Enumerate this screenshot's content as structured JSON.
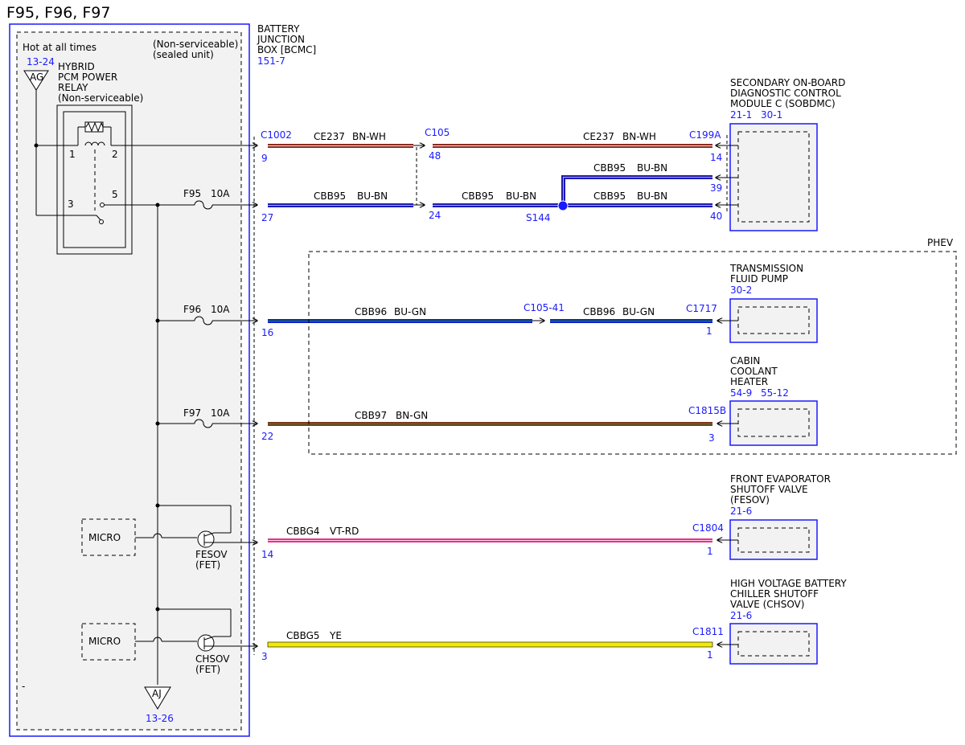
{
  "title": "F95, F96, F97",
  "colors": {
    "bn_wh": "#8b2a1e",
    "bu_bn": "#1a1ab8",
    "bu_gn": "#0a22c8",
    "bn_gn": "#7a3b1c",
    "vt_rd": "#e0348f",
    "ye": "#f2ea00",
    "label_blue": "#1a1aff",
    "module_fill": "#f2f2f2"
  },
  "bcmc": {
    "name_lines": [
      "BATTERY",
      "JUNCTION",
      "BOX [BCMC]"
    ],
    "ref": "151-7",
    "hot_label": "Hot at all times",
    "nonserviceable_lines": [
      "(Non-serviceable)",
      "(sealed unit)"
    ],
    "top_ref": "13-24",
    "top_ground": "AG",
    "bottom_ground": "AJ",
    "bottom_ref": "13-26",
    "dash_mark": "-",
    "relay": {
      "lines": [
        "HYBRID",
        "PCM POWER",
        "RELAY",
        "(Non-serviceable)"
      ],
      "pins": [
        "1",
        "2",
        "3",
        "5"
      ]
    },
    "fuses": [
      {
        "name": "F95",
        "amps": "10A"
      },
      {
        "name": "F96",
        "amps": "10A"
      },
      {
        "name": "F97",
        "amps": "10A"
      }
    ],
    "micros": [
      {
        "label": "MICRO",
        "fet_lines": [
          "FESOV",
          "(FET)"
        ]
      },
      {
        "label": "MICRO",
        "fet_lines": [
          "CHSOV",
          "(FET)"
        ]
      }
    ]
  },
  "connectors": {
    "c1002": "C1002",
    "c105": "C105",
    "c105_41": "C105-41",
    "s144": "S144",
    "pins": {
      "c1002_9": "9",
      "c1002_27": "27",
      "c1002_16": "16",
      "c1002_22": "22",
      "c1002_14": "14",
      "c1002_3": "3",
      "c105_48": "48",
      "c105_24": "24"
    }
  },
  "wires": [
    {
      "circuit": "CE237",
      "color": "BN-WH"
    },
    {
      "circuit": "CE237",
      "color": "BN-WH"
    },
    {
      "circuit": "CBB95",
      "color": "BU-BN"
    },
    {
      "circuit": "CBB95",
      "color": "BU-BN"
    },
    {
      "circuit": "CBB95",
      "color": "BU-BN"
    },
    {
      "circuit": "CBB95",
      "color": "BU-BN"
    },
    {
      "circuit": "CBB96",
      "color": "BU-GN"
    },
    {
      "circuit": "CBB96",
      "color": "BU-GN"
    },
    {
      "circuit": "CBB97",
      "color": "BN-GN"
    },
    {
      "circuit": "CBBG4",
      "color": "VT-RD"
    },
    {
      "circuit": "CBBG5",
      "color": "YE"
    }
  ],
  "phev_label": "PHEV",
  "modules": [
    {
      "lines": [
        "SECONDARY ON-BOARD",
        "DIAGNOSTIC CONTROL",
        "MODULE C (SOBDMC)"
      ],
      "refs": [
        "21-1",
        "30-1"
      ],
      "connector": "C199A",
      "pins": [
        "14",
        "39",
        "40"
      ]
    },
    {
      "lines": [
        "TRANSMISSION",
        "FLUID PUMP"
      ],
      "refs": [
        "30-2"
      ],
      "connector": "C1717",
      "pins": [
        "1"
      ]
    },
    {
      "lines": [
        "CABIN",
        "COOLANT",
        "HEATER"
      ],
      "refs": [
        "54-9",
        "55-12"
      ],
      "connector": "C1815B",
      "pins": [
        "3"
      ]
    },
    {
      "lines": [
        "FRONT EVAPORATOR",
        "SHUTOFF VALVE",
        "(FESOV)"
      ],
      "refs": [
        "21-6"
      ],
      "connector": "C1804",
      "pins": [
        "1"
      ]
    },
    {
      "lines": [
        "HIGH VOLTAGE BATTERY",
        "CHILLER SHUTOFF",
        "VALVE (CHSOV)"
      ],
      "refs": [
        "21-6"
      ],
      "connector": "C1811",
      "pins": [
        "1"
      ]
    }
  ]
}
